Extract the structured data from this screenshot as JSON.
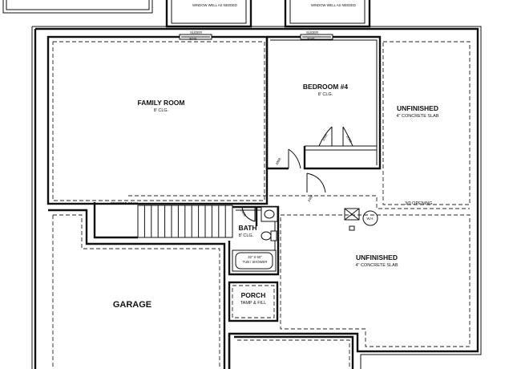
{
  "rooms": {
    "family_room": {
      "name": "FAMILY ROOM",
      "ceiling": "8' CLG."
    },
    "bedroom4": {
      "name": "BEDROOM #4",
      "ceiling": "8' CLG."
    },
    "unfinished_top": {
      "name": "UNFINISHED",
      "slab": "4\" CONCRETE SLAB"
    },
    "unfinished_bottom": {
      "name": "UNFINISHED",
      "slab": "4\" CONCRETE SLAB"
    },
    "bath": {
      "name": "BATH",
      "ceiling": "8' CLG."
    },
    "garage": {
      "name": "GARAGE"
    },
    "porch": {
      "name": "PORCH",
      "note": "TAMP & FILL"
    }
  },
  "window_wells": {
    "left": "WINDOW WELL AS NEEDED",
    "right": "WINDOW WELL AS NEEDED"
  },
  "sliders": [
    {
      "name": "SLIDER",
      "size": "3040"
    },
    {
      "name": "SLIDER",
      "size": "3040"
    }
  ],
  "labels": {
    "dropped_beam": "DROPPED BEAM",
    "opening": "3/0 OPENING",
    "tub": "32\" X 60\"",
    "tub_sub": "TUB / SHOWER",
    "water_heater": "W.H.",
    "door_2068": "2068",
    "door_2868": "2868",
    "door_2468": "2468"
  }
}
